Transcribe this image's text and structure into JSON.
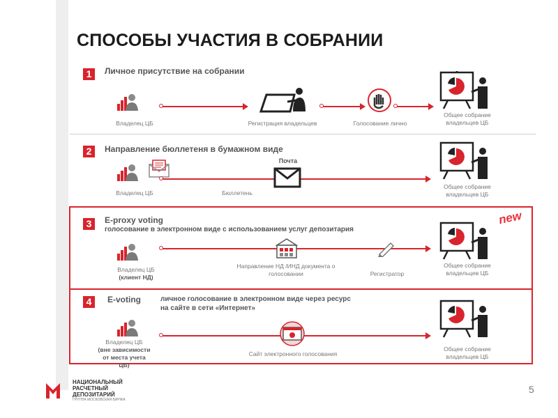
{
  "title": "СПОСОБЫ УЧАСТИЯ В СОБРАНИИ",
  "page_number": "5",
  "badge_new": "new",
  "colors": {
    "accent": "#d8242c",
    "text": "#555555",
    "band": "#eeeeee"
  },
  "logo": {
    "line1": "НАЦИОНАЛЬНЫЙ",
    "line2": "РАСЧЕТНЫЙ",
    "line3": "ДЕПОЗИТАРИЙ",
    "sub": "ГРУППА МОСКОВСКАЯ БИРЖА"
  },
  "sections": [
    {
      "number": "1",
      "title": "Личное присутствие на собрании",
      "owner": "Владелец ЦБ",
      "step1": "Регистрация владельцев",
      "step2": "Голосование лично",
      "target1": "Общее собрание",
      "target2": "владельцев ЦБ"
    },
    {
      "number": "2",
      "title": "Направление бюллетеня в бумажном виде",
      "owner": "Владелец ЦБ",
      "step1": "Бюллетень",
      "mail": "Почта",
      "target1": "Общее собрание",
      "target2": "владельцев ЦБ"
    },
    {
      "number": "3",
      "title": "E-proxy voting",
      "subtitle": "голосование в электронном виде с использованием услуг депозитария",
      "owner1": "Владелец ЦБ",
      "owner2": "(клиент НД)",
      "step1a": "Направление НД /ИНД документа о",
      "step1b": "голосовании",
      "step2": "Регистратор",
      "target1": "Общее собрание",
      "target2": "владельцев ЦБ"
    },
    {
      "number": "4",
      "title": "E-voting",
      "subtitle1": "личное голосование в электронном виде через ресурс",
      "subtitle2": "на сайте в сети «Интернет»",
      "owner1": "Владелец ЦБ",
      "owner2": "(вне зависимости",
      "owner3": "от места учета",
      "owner4": "ЦБ)",
      "step1": "Сайт электронного голосования",
      "target1": "Общее собрание",
      "target2": "владельцев ЦБ"
    }
  ]
}
